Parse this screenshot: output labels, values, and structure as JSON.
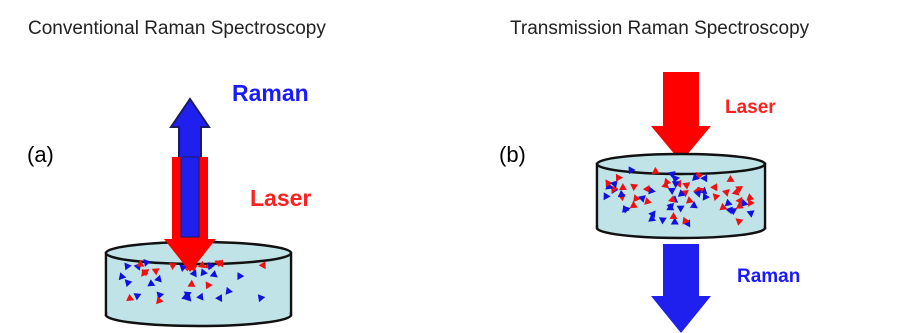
{
  "panels": [
    {
      "title": "Conventional Raman Spectroscopy",
      "panel_label": "(a)",
      "laser_label": "Laser",
      "raman_label": "Raman"
    },
    {
      "title": "Transmission Raman Spectroscopy",
      "panel_label": "(b)",
      "laser_label": "Laser",
      "raman_label": "Raman"
    }
  ],
  "colors": {
    "laser": "#ff0000",
    "raman": "#0000ff",
    "raman_laser_label": "#ff2020",
    "raman_text": "#1a1aff",
    "sample_fill": "#bfe3e6",
    "sample_stroke": "#111111",
    "particle_red": "#ee1111",
    "particle_blue": "#1111dd"
  }
}
